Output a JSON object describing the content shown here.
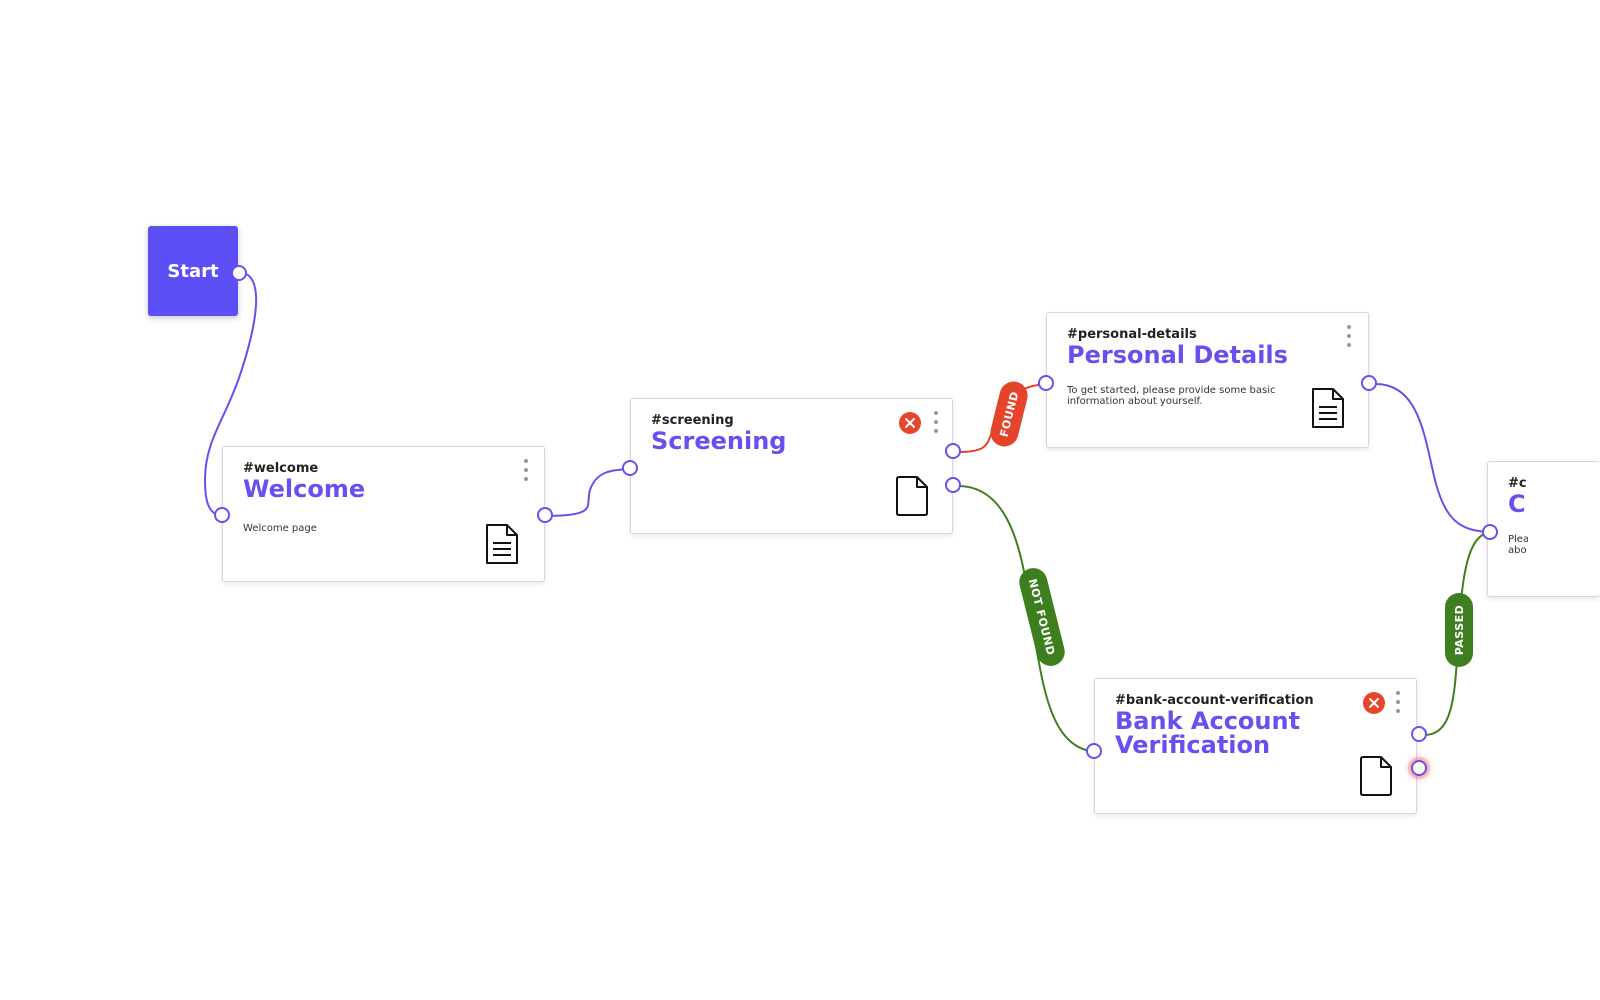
{
  "colors": {
    "accent": "#6a4ff0",
    "start_bg": "#5b4ff5",
    "edge_default": "#6a4ff0",
    "edge_found": "#e5442a",
    "edge_pass": "#3d7f1e",
    "error": "#e8452c"
  },
  "start": {
    "label": "Start"
  },
  "nodes": {
    "welcome": {
      "slug": "#welcome",
      "title": "Welcome",
      "description": "Welcome page",
      "icon": "document-text-icon"
    },
    "screening": {
      "slug": "#screening",
      "title": "Screening",
      "description": "",
      "icon": "document-blank-icon",
      "has_error": true
    },
    "personal_details": {
      "slug": "#personal-details",
      "title": "Personal Details",
      "description": "To get started, please provide some basic information about yourself.",
      "icon": "document-text-icon"
    },
    "bank_account": {
      "slug": "#bank-account-verification",
      "title": "Bank Account Verification",
      "description": "",
      "icon": "document-blank-icon",
      "has_error": true
    },
    "partial": {
      "slug": "#c",
      "title": "C",
      "description": "Plea abo"
    }
  },
  "edge_labels": {
    "found": "FOUND",
    "not_found": "NOT FOUND",
    "passed": "PASSED"
  },
  "icons": {
    "close": "close-icon",
    "menu": "more-vertical-icon"
  }
}
